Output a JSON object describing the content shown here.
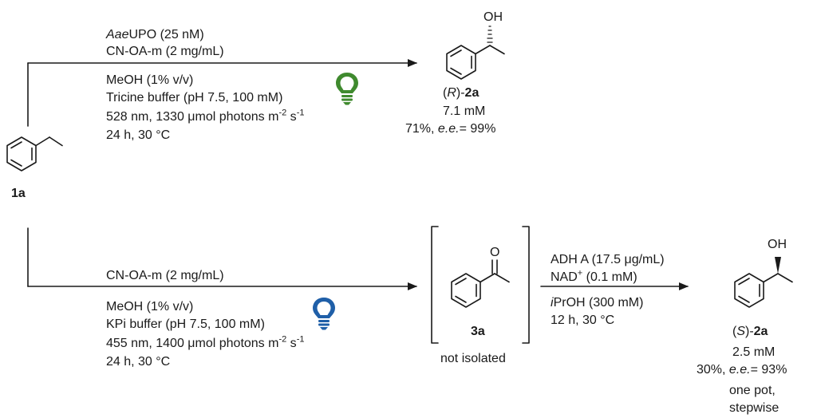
{
  "colors": {
    "ink": "#1a1a1a",
    "green_bulb": "#3f8a2e",
    "blue_bulb": "#1f5fa8"
  },
  "icons": {
    "green_bulb": "lightbulb-icon",
    "blue_bulb": "lightbulb-icon"
  },
  "start": {
    "label": "1a"
  },
  "top": {
    "enzyme_name": "Aae",
    "enzyme_rest": "UPO (25 nM)",
    "catalyst": "CN-OA-m (2 mg/mL)",
    "cosolvent": "MeOH (1% v/v)",
    "buffer": "Tricine buffer (pH 7.5, 100 mM)",
    "light_pre": "528 nm, 1330 μmol photons m",
    "exp1": "-2",
    "light_mid": " s",
    "exp2": "-1",
    "time": "24 h, 30 °C",
    "product": {
      "open": "(",
      "config": "R",
      "close": ")-",
      "id": "2a",
      "conc": "7.1 mM",
      "yield_pre": "71%, ",
      "ee_label": "e.e.",
      "ee_val": "= 99%",
      "oh": "OH"
    }
  },
  "bottom": {
    "catalyst": "CN-OA-m (2 mg/mL)",
    "cosolvent": "MeOH (1% v/v)",
    "buffer": "KPi buffer (pH 7.5, 100 mM)",
    "light_pre": "455 nm, 1400 μmol photons m",
    "exp1": "-2",
    "light_mid": " s",
    "exp2": "-1",
    "time": "24 h, 30 °C",
    "intermediate": {
      "o": "O",
      "id": "3a",
      "note": "not isolated"
    },
    "step2": {
      "enzyme": "ADH A (17.5 μg/mL)",
      "cof_pre": "NAD",
      "cof_sup": "+",
      "cof_post": " (0.1 mM)",
      "sol_it": "i",
      "sol_rest": "PrOH (300 mM)",
      "time": "12 h, 30 °C"
    },
    "product": {
      "open": "(",
      "config": "S",
      "close": ")-",
      "id": "2a",
      "conc": "2.5 mM",
      "yield_pre": "30%, ",
      "ee_label": "e.e.",
      "ee_val": "= 93%",
      "oh": "OH",
      "note1": "one pot,",
      "note2": "stepwise"
    }
  }
}
